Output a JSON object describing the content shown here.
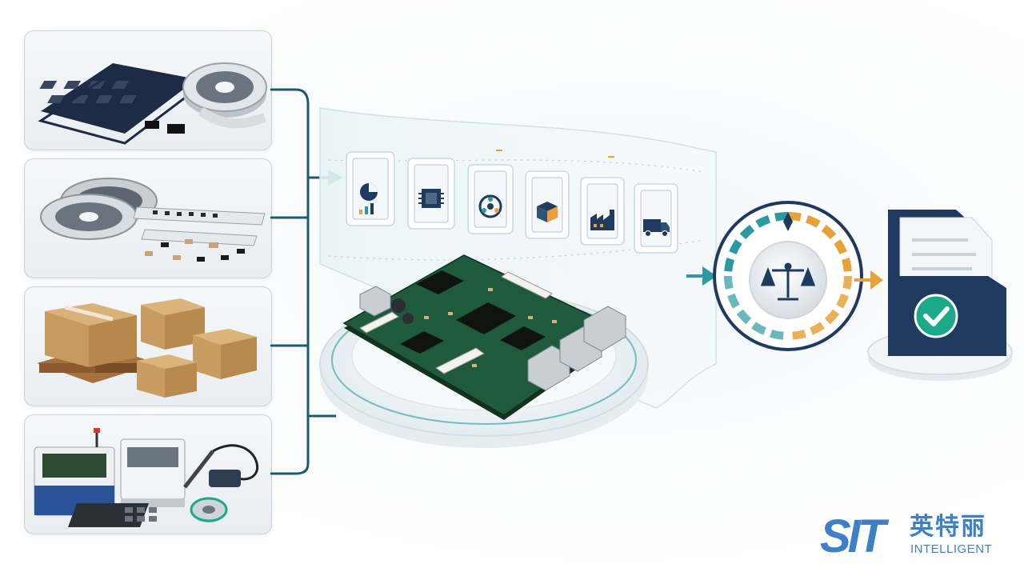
{
  "panels": [
    {
      "name": "chip-trays-and-reels",
      "icon": "ic-trays-icon"
    },
    {
      "name": "component-reels",
      "icon": "smd-reels-icon"
    },
    {
      "name": "cardboard-boxes-pallet",
      "icon": "boxes-icon"
    },
    {
      "name": "smt-machines-and-soldering",
      "icon": "factory-equipment-icon"
    }
  ],
  "documents": [
    {
      "icon": "pie-chart-report-icon"
    },
    {
      "icon": "chip-icon"
    },
    {
      "icon": "reel-icon"
    },
    {
      "icon": "box-icon"
    },
    {
      "icon": "factory-icon"
    },
    {
      "icon": "truck-icon"
    }
  ],
  "colors": {
    "teal": "#2a9aa0",
    "navy": "#1e3a5f",
    "orange": "#e8a13a",
    "pcb_green": "#1f5a3c",
    "check_green": "#1ba98a",
    "logo_blue": "#3f7fc6"
  },
  "logo": {
    "mark": "SIT",
    "chinese": "英特丽",
    "english": "INTELLIGENT"
  }
}
